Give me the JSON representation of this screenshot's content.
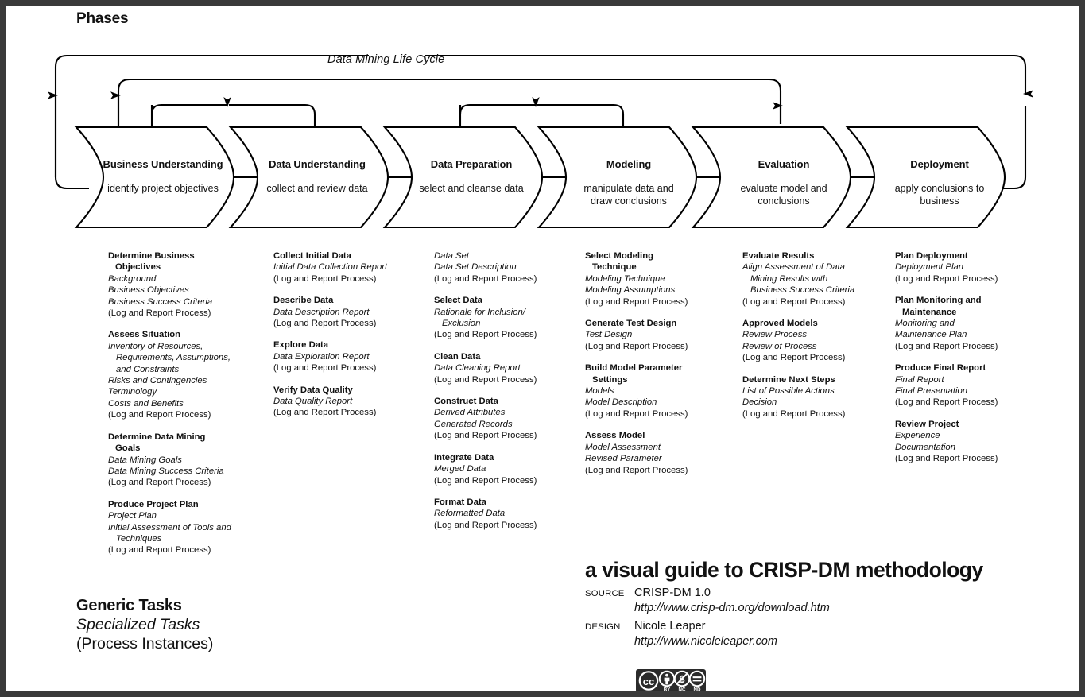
{
  "poster": {
    "phases_heading": "Phases",
    "cycle_label": "Data Mining Life Cycle"
  },
  "phases": [
    {
      "name": "Business Understanding",
      "desc": "identify project objectives"
    },
    {
      "name": "Data Understanding",
      "desc": "collect and review data"
    },
    {
      "name": "Data Preparation",
      "desc": "select and cleanse data"
    },
    {
      "name": "Modeling",
      "desc": "manipulate data and\ndraw conclusions"
    },
    {
      "name": "Evaluation",
      "desc": "evaluate model and\nconclusions"
    },
    {
      "name": "Deployment",
      "desc": "apply conclusions to\nbusiness"
    }
  ],
  "columns": [
    {
      "phase": "Business Understanding",
      "groups": [
        {
          "head": "Determine Business",
          "head_cont": "Objectives",
          "outputs": [
            "Background",
            "Business Objectives",
            "Business Success Criteria"
          ],
          "process": "(Log and Report Process)"
        },
        {
          "head": "Assess Situation",
          "head_cont": "",
          "outputs": [
            "Inventory of Resources,",
            "Requirements, Assumptions,",
            "and Constraints",
            "Risks and Contingencies",
            "Terminology",
            "Costs and Benefits"
          ],
          "output_indent": [
            0,
            1,
            1,
            0,
            0,
            0
          ],
          "process": "(Log and Report Process)"
        },
        {
          "head": "Determine Data Mining",
          "head_cont": "Goals",
          "outputs": [
            "Data Mining Goals",
            "Data Mining Success Criteria"
          ],
          "process": "(Log and Report Process)"
        },
        {
          "head": "Produce Project Plan",
          "head_cont": "",
          "outputs": [
            "Project Plan",
            "Initial Assessment of Tools and",
            "Techniques"
          ],
          "output_indent": [
            0,
            0,
            1
          ],
          "process": "(Log and Report Process)"
        }
      ]
    },
    {
      "phase": "Data Understanding",
      "groups": [
        {
          "head": "Collect Initial Data",
          "head_cont": "",
          "outputs": [
            "Initial Data Collection Report"
          ],
          "process": "(Log and Report Process)"
        },
        {
          "head": "Describe Data",
          "head_cont": "",
          "outputs": [
            "Data Description Report"
          ],
          "process": "(Log and Report Process)"
        },
        {
          "head": "Explore Data",
          "head_cont": "",
          "outputs": [
            "Data Exploration Report"
          ],
          "process": "(Log and Report Process)"
        },
        {
          "head": "Verify Data Quality",
          "head_cont": "",
          "outputs": [
            "Data Quality Report"
          ],
          "process": "(Log and Report Process)"
        }
      ]
    },
    {
      "phase": "Data Preparation",
      "groups": [
        {
          "head": "",
          "head_cont": "",
          "outputs": [
            "Data Set",
            "Data Set Description"
          ],
          "process": "(Log and Report Process)"
        },
        {
          "head": "Select Data",
          "head_cont": "",
          "outputs": [
            "Rationale for Inclusion/",
            "Exclusion"
          ],
          "output_indent": [
            0,
            1
          ],
          "process": "(Log and Report Process)"
        },
        {
          "head": "Clean Data",
          "head_cont": "",
          "outputs": [
            "Data Cleaning Report"
          ],
          "process": "(Log and Report Process)"
        },
        {
          "head": "Construct Data",
          "head_cont": "",
          "outputs": [
            "Derived Attributes",
            "Generated Records"
          ],
          "process": "(Log and Report Process)"
        },
        {
          "head": "Integrate Data",
          "head_cont": "",
          "outputs": [
            "Merged Data"
          ],
          "process": "(Log and Report Process)"
        },
        {
          "head": "Format Data",
          "head_cont": "",
          "outputs": [
            "Reformatted Data"
          ],
          "process": "(Log and Report Process)"
        }
      ]
    },
    {
      "phase": "Modeling",
      "groups": [
        {
          "head": "Select Modeling",
          "head_cont": "Technique",
          "outputs": [
            "Modeling Technique",
            "Modeling Assumptions"
          ],
          "process": "(Log and Report Process)"
        },
        {
          "head": "Generate Test Design",
          "head_cont": "",
          "outputs": [
            "Test Design"
          ],
          "process": "(Log and Report Process)"
        },
        {
          "head": "Build Model Parameter",
          "head_cont": "Settings",
          "outputs": [
            "Models",
            "Model Description"
          ],
          "process": "(Log and Report Process)"
        },
        {
          "head": "Assess Model",
          "head_cont": "",
          "outputs": [
            "Model Assessment",
            "Revised Parameter"
          ],
          "process": "(Log and Report Process)"
        }
      ]
    },
    {
      "phase": "Evaluation",
      "groups": [
        {
          "head": "Evaluate Results",
          "head_cont": "",
          "outputs": [
            "Align Assessment of Data",
            "Mining Results with",
            "Business Success Criteria"
          ],
          "output_indent": [
            0,
            1,
            1
          ],
          "process": "(Log and Report Process)"
        },
        {
          "head": "Approved Models",
          "head_cont": "",
          "outputs": [
            "Review Process",
            "Review of Process"
          ],
          "process": "(Log and Report Process)"
        },
        {
          "head": "Determine Next Steps",
          "head_cont": "",
          "outputs": [
            "List of Possible Actions",
            "Decision"
          ],
          "process": "(Log and Report Process)"
        }
      ]
    },
    {
      "phase": "Deployment",
      "groups": [
        {
          "head": "Plan Deployment",
          "head_cont": "",
          "outputs": [
            "Deployment Plan"
          ],
          "process": "(Log and Report Process)"
        },
        {
          "head": "Plan Monitoring and",
          "head_cont": "Maintenance",
          "outputs": [
            "Monitoring and",
            "Maintenance Plan"
          ],
          "process": "(Log and Report Process)"
        },
        {
          "head": "Produce Final Report",
          "head_cont": "",
          "outputs": [
            "Final Report",
            "Final Presentation"
          ],
          "process": "(Log and Report Process)"
        },
        {
          "head": "Review Project",
          "head_cont": "",
          "outputs": [
            "Experience",
            "Documentation"
          ],
          "process": "(Log and Report Process)"
        }
      ]
    }
  ],
  "legend": {
    "generic": "Generic Tasks",
    "specialized": "Specialized Tasks",
    "process_instances": "(Process Instances)"
  },
  "credits": {
    "title": "a visual guide to CRISP-DM methodology",
    "source_label": "SOURCE",
    "source_name": "CRISP-DM 1.0",
    "source_url": "http://www.crisp-dm.org/download.htm",
    "design_label": "DESIGN",
    "design_name": "Nicole Leaper",
    "design_url": "http://www.nicoleleaper.com"
  },
  "license": {
    "badge": "cc",
    "terms": [
      "BY",
      "NC",
      "ND"
    ]
  },
  "colors": {
    "frame": "#3a3a3a",
    "paper": "#ffffff",
    "ink": "#111111"
  }
}
